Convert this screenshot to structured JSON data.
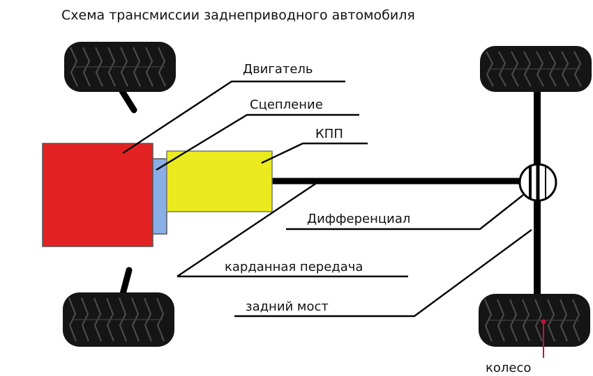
{
  "title": "Схема трансмиссии заднеприводного автомобиля",
  "labels": {
    "engine": "Двигатель",
    "clutch": "Сцепление",
    "gearbox": "КПП",
    "differential": "Дифференциал",
    "driveshaft": "карданная передача",
    "rear_axle": "задний мост",
    "wheel": "колесо"
  },
  "colors": {
    "engine": "#e32323",
    "clutch": "#8aaee6",
    "gearbox": "#eaea1e",
    "tire": "#151515",
    "shaft": "#000000",
    "wheel_pointer": "#c0143c"
  },
  "icons": {
    "wheel": "tire-icon",
    "differential": "differential-icon"
  }
}
